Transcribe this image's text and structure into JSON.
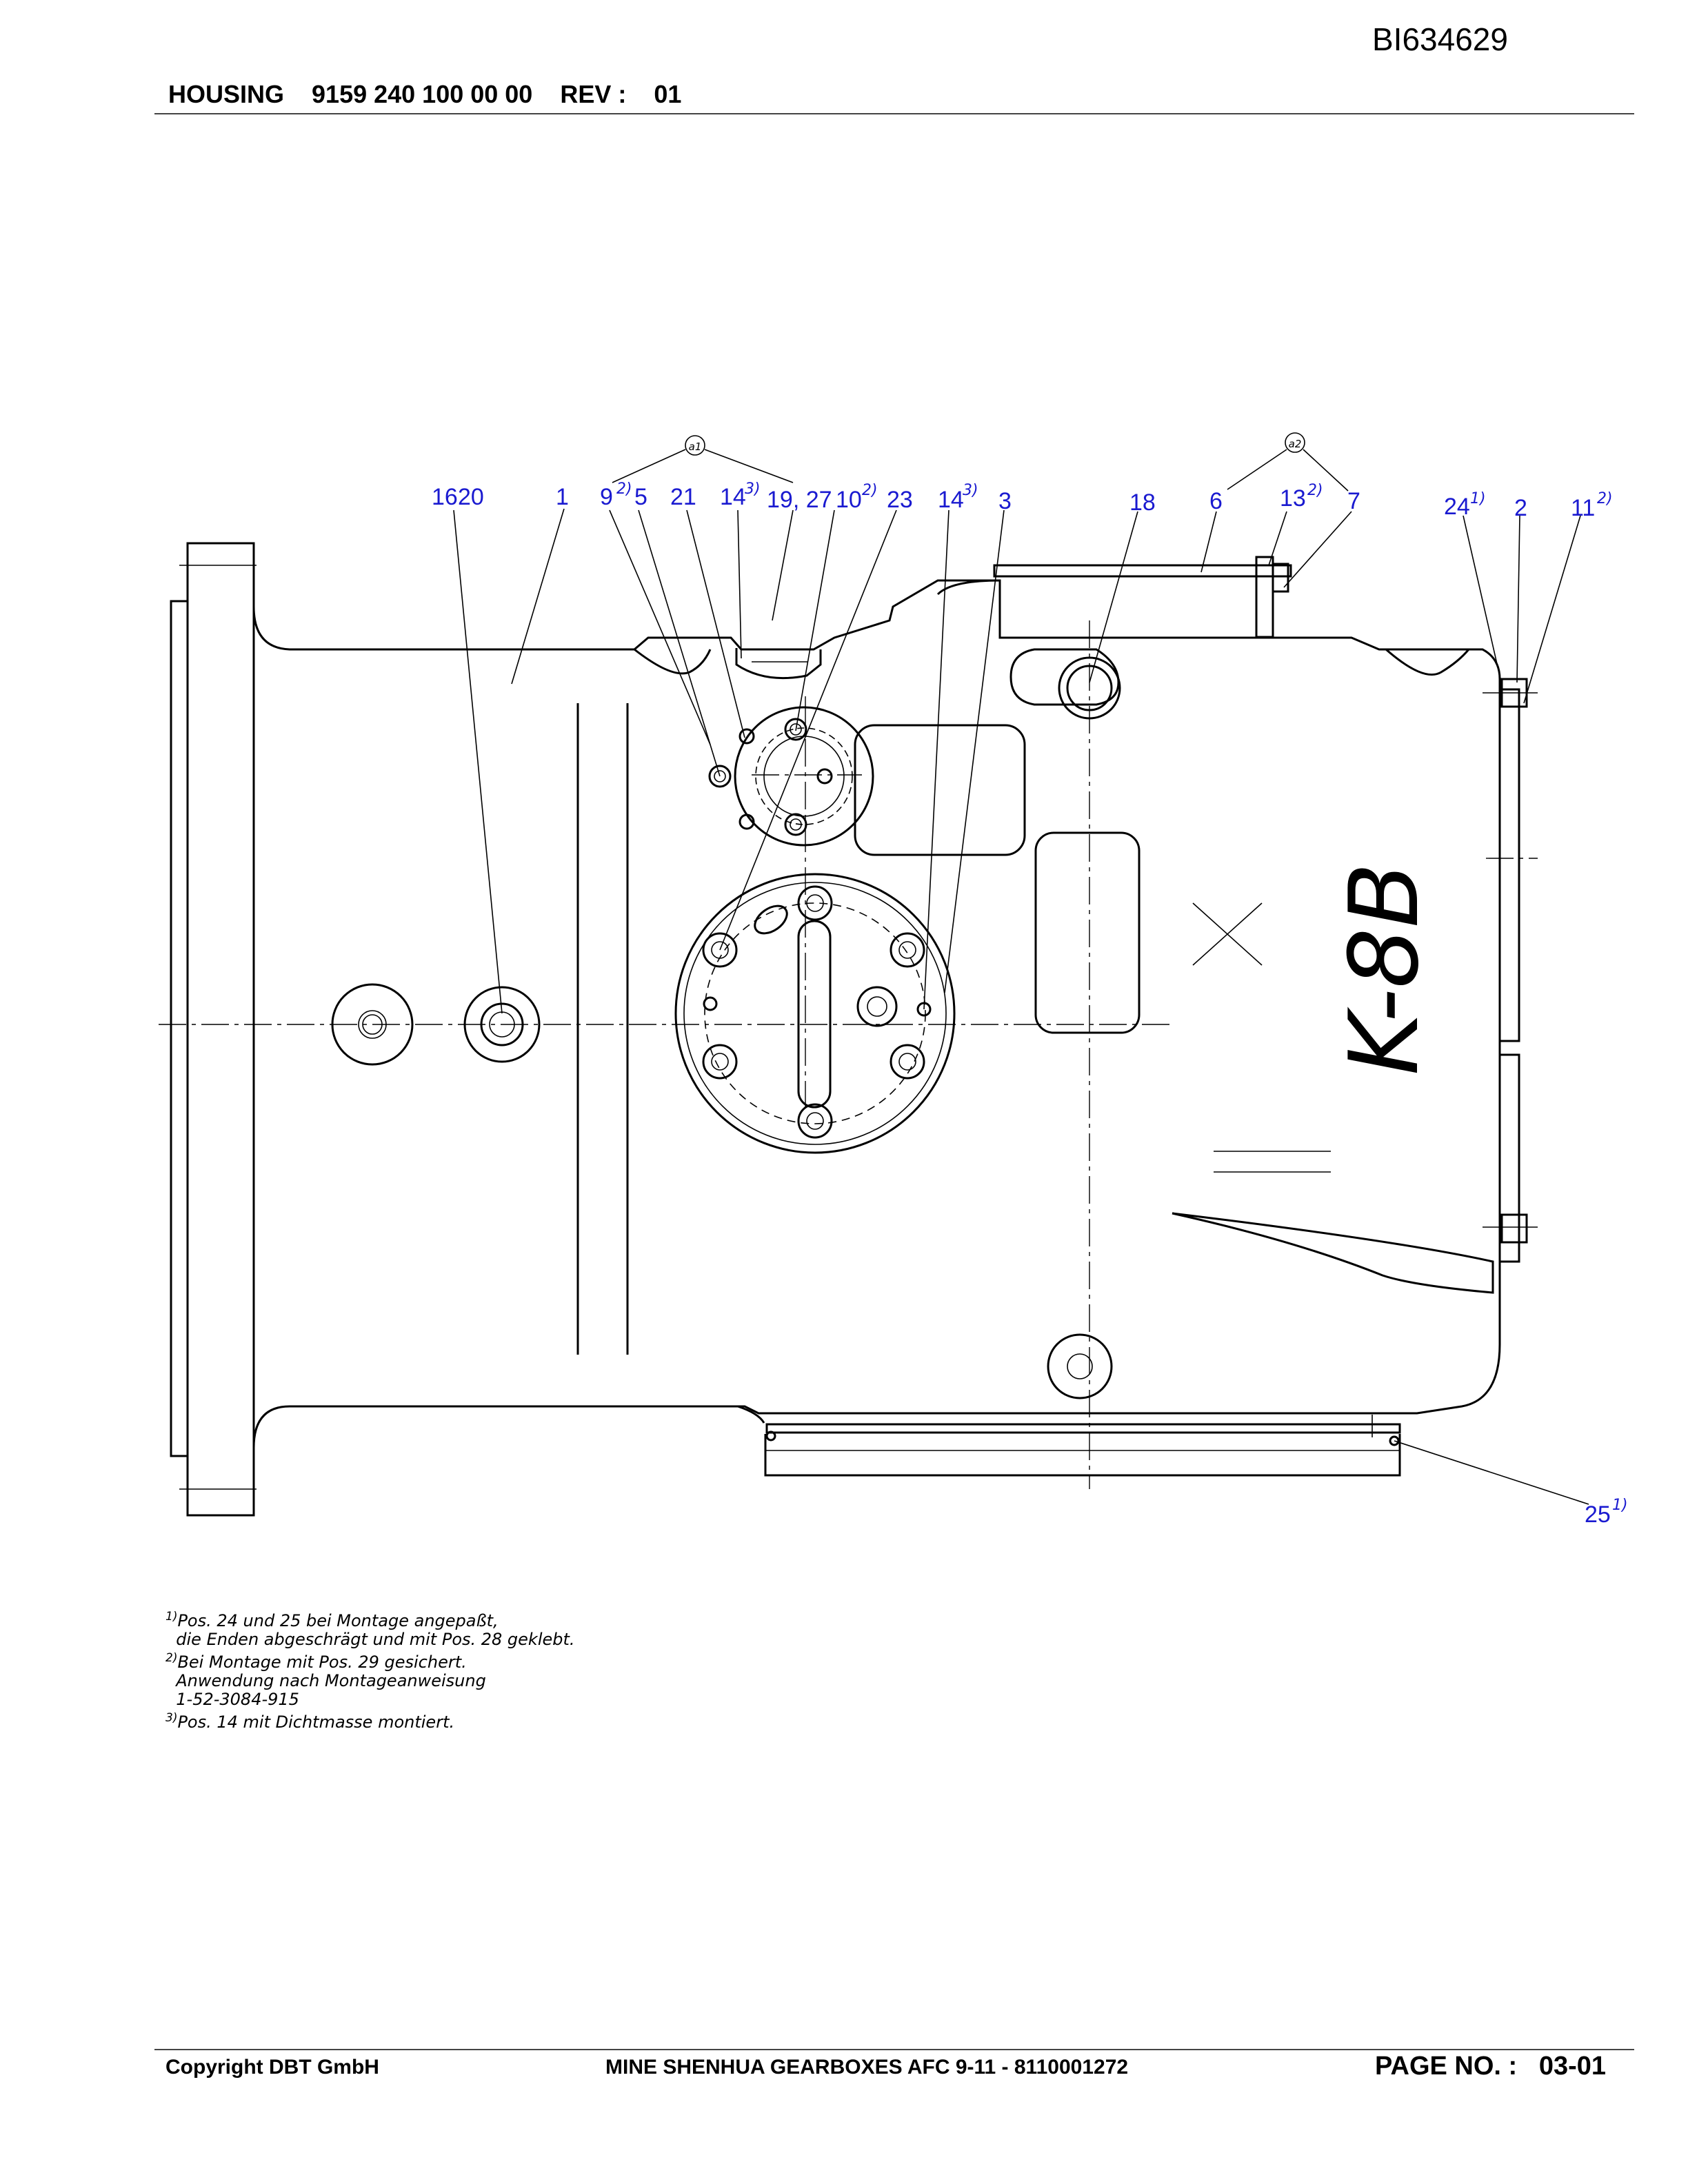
{
  "header": {
    "doc_id": "BI634629",
    "title": "HOUSING    9159 240 100 00 00    REV :    01"
  },
  "drawing": {
    "callouts": [
      {
        "n": "16"
      },
      {
        "n": "20"
      },
      {
        "n": "1"
      },
      {
        "n": "9",
        "sup": "2)"
      },
      {
        "n": "5"
      },
      {
        "n": "21"
      },
      {
        "n": "14",
        "sup": "3)"
      },
      {
        "n": "19, 27"
      },
      {
        "n": "10",
        "sup": "2)"
      },
      {
        "n": "23"
      },
      {
        "n": "14",
        "sup": "3)"
      },
      {
        "n": "3"
      },
      {
        "n": "18"
      },
      {
        "n": "6"
      },
      {
        "n": "13",
        "sup": "2)"
      },
      {
        "n": "7"
      },
      {
        "n": "24",
        "sup": "1)"
      },
      {
        "n": "2"
      },
      {
        "n": "11",
        "sup": "2)"
      },
      {
        "n": "25",
        "sup": "1)"
      }
    ],
    "circle_tags": [
      "a1",
      "a2"
    ],
    "housing_mark": "K-8B"
  },
  "notes": [
    {
      "sup": "1)",
      "lines": [
        "Pos. 24 und 25 bei Montage angepaßt,",
        "die Enden abgeschrägt und mit Pos. 28 geklebt."
      ]
    },
    {
      "sup": "2)",
      "lines": [
        "Bei Montage mit Pos. 29 gesichert.",
        "Anwendung nach Montageanweisung",
        "1-52-3084-915"
      ]
    },
    {
      "sup": "3)",
      "lines": [
        "Pos. 14 mit Dichtmasse montiert."
      ]
    }
  ],
  "footer": {
    "copyright": "Copyright DBT GmbH",
    "project": "MINE SHENHUA GEARBOXES AFC 9-11 - 8110001272",
    "page": "PAGE NO. :   03-01"
  }
}
